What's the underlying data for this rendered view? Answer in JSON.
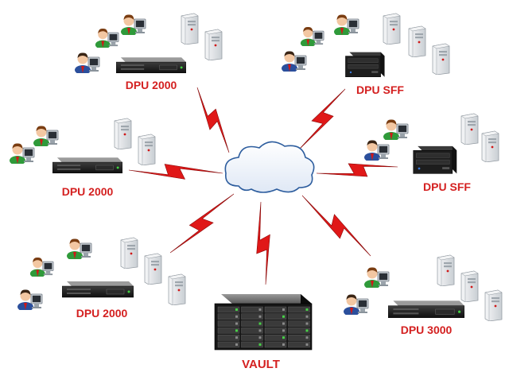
{
  "colors": {
    "label": "#d42020",
    "bolt": "#e01818",
    "bolt_edge": "#8a0808",
    "cloud_fill": "#eef3fb",
    "cloud_stroke": "#2d5d9e",
    "tower_face": "#e9ecef",
    "rack_dark": "#1c1c1c",
    "user_shirt_green": "#2f9a3a",
    "user_shirt_blue": "#2b4f9c",
    "user_tie": "#d01818"
  },
  "icons": {
    "cloud": "cloud-icon",
    "bolt": "lightning-bolt-icon",
    "user": "user-workstation-icon",
    "tower": "tower-server-icon",
    "rack": "rack-server-icon",
    "sff": "small-form-factor-pc-icon",
    "storage": "storage-array-icon"
  },
  "nodes": [
    {
      "id": "dpu-2000-top",
      "label": "DPU 2000"
    },
    {
      "id": "dpu-sff-top",
      "label": "DPU SFF"
    },
    {
      "id": "dpu-2000-mid",
      "label": "DPU 2000"
    },
    {
      "id": "dpu-sff-mid",
      "label": "DPU SFF"
    },
    {
      "id": "dpu-2000-bottom",
      "label": "DPU 2000"
    },
    {
      "id": "dpu-3000",
      "label": "DPU 3000"
    },
    {
      "id": "vault",
      "label": "VAULT"
    }
  ]
}
